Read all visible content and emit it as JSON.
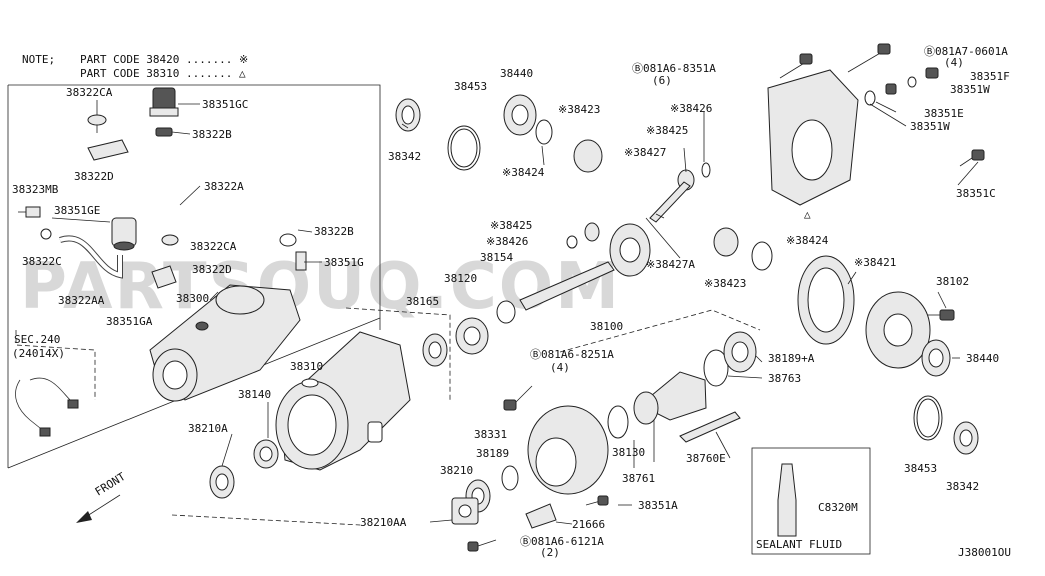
{
  "note": {
    "prefix": "NOTE;",
    "line1": "PART CODE  38420 ....... ※",
    "line2": "PART CODE  38310 ....... △"
  },
  "watermark": "PARTSOUQ.COM",
  "diagram_id": "J38001OU",
  "labels": {
    "l_38322CA_a": "38322CA",
    "l_38351GC": "38351GC",
    "l_38322B_a": "38322B",
    "l_38322D_a": "38322D",
    "l_38322A": "38322A",
    "l_38323MB": "38323MB",
    "l_38351GE": "38351GE",
    "l_38322B_b": "38322B",
    "l_38322CA_b": "38322CA",
    "l_38322C": "38322C",
    "l_38351G": "38351G",
    "l_38322D_b": "38322D",
    "l_38300": "38300",
    "l_38322AA": "38322AA",
    "l_38351GA": "38351GA",
    "l_sec240": "SEC.240",
    "l_24014X": "(24014X)",
    "l_38342_a": "38342",
    "l_38453_a": "38453",
    "l_38440_a": "38440",
    "l_38423_a": "※38423",
    "l_38424_a": "※38424",
    "l_38426_a": "※38426",
    "l_38425_a": "※38425",
    "l_38427_a": "※38427",
    "l_081A6_8351A": "Ⓑ081A6-8351A",
    "l_qty6": "(6)",
    "l_081A7_0601A": "Ⓑ081A7-0601A",
    "l_qty4_a": "(4)",
    "l_38351F": "38351F",
    "l_38351W_a": "38351W",
    "l_38351E": "38351E",
    "l_38351W_b": "38351W",
    "l_38351C": "38351C",
    "l_triangle": "△",
    "l_38425_b": "※38425",
    "l_38426_b": "※38426",
    "l_38154": "38154",
    "l_38427A": "※38427A",
    "l_38424_b": "※38424",
    "l_38423_b": "※38423",
    "l_38421": "※38421",
    "l_38102": "38102",
    "l_38120": "38120",
    "l_38100": "38100",
    "l_38165": "38165",
    "l_38440_b": "38440",
    "l_38310": "38310",
    "l_38140": "38140",
    "l_081A6_8251A": "Ⓑ081A6-8251A",
    "l_qty4_b": "(4)",
    "l_38189A": "38189+A",
    "l_38763": "38763",
    "l_38210A": "38210A",
    "l_38331": "38331",
    "l_38189": "38189",
    "l_38130": "38130",
    "l_38760E": "38760E",
    "l_38210": "38210",
    "l_38761": "38761",
    "l_38453_b": "38453",
    "l_38342_b": "38342",
    "l_38351A": "38351A",
    "l_38210AA": "38210AA",
    "l_21666": "21666",
    "l_081A6_6121A": "Ⓑ081A6-6121A",
    "l_qty2": "(2)",
    "l_C8320M": "C8320M",
    "l_sealant": "SEALANT FLUID",
    "l_front": "FRONT"
  }
}
